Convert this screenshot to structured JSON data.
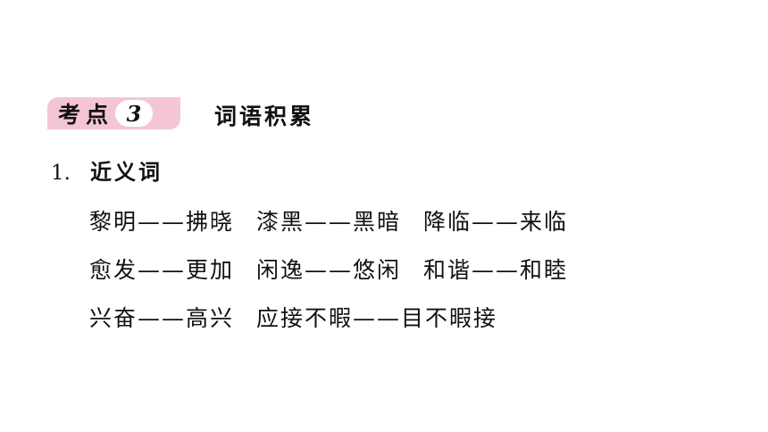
{
  "badge": {
    "label": "考点",
    "number": "3"
  },
  "topic_title": "词语积累",
  "section": {
    "number": "1.",
    "title": "近义词"
  },
  "rows": [
    [
      "黎明——拂晓",
      "漆黑——黑暗",
      "降临——来临"
    ],
    [
      "愈发——更加",
      "闲逸——悠闲",
      "和谐——和睦"
    ],
    [
      "兴奋——高兴",
      "应接不暇——目不暇接"
    ]
  ],
  "colors": {
    "badge_background": "#f4c6d3",
    "text": "#111111"
  }
}
